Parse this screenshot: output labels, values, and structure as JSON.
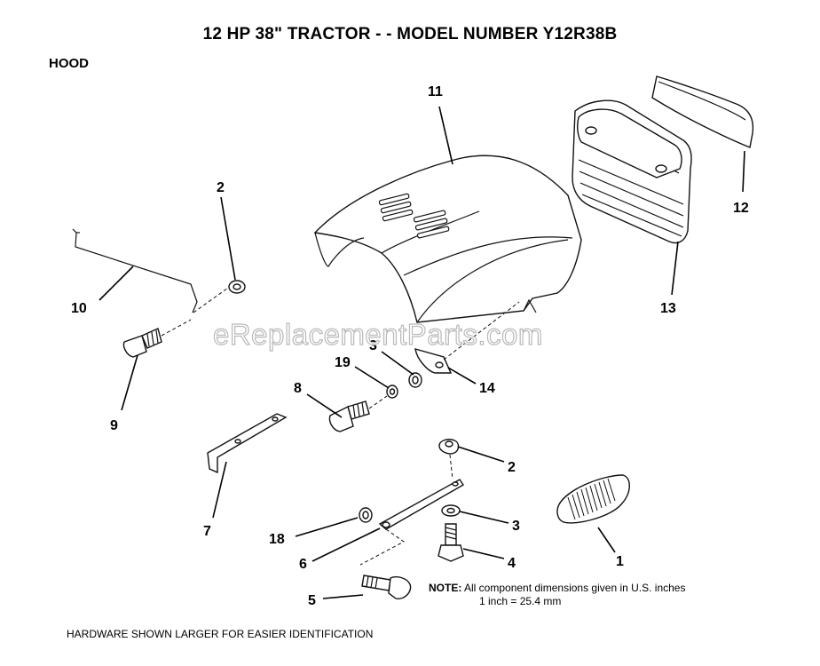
{
  "title": "12 HP 38\" TRACTOR - - MODEL NUMBER Y12R38B",
  "section": "HOOD",
  "watermark": "eReplacementParts.com",
  "note": {
    "label": "NOTE:",
    "line1": "All component dimensions given in U.S. inches",
    "line2": "1 inch = 25.4 mm"
  },
  "footer": "HARDWARE SHOWN LARGER FOR EASIER IDENTIFICATION",
  "callouts": {
    "c1": "1",
    "c2a": "2",
    "c2b": "2",
    "c3a": "3",
    "c3b": "3",
    "c4": "4",
    "c5": "5",
    "c6": "6",
    "c7": "7",
    "c8": "8",
    "c9": "9",
    "c10": "10",
    "c11": "11",
    "c12": "12",
    "c13": "13",
    "c14": "14",
    "c18": "18",
    "c19": "19"
  }
}
